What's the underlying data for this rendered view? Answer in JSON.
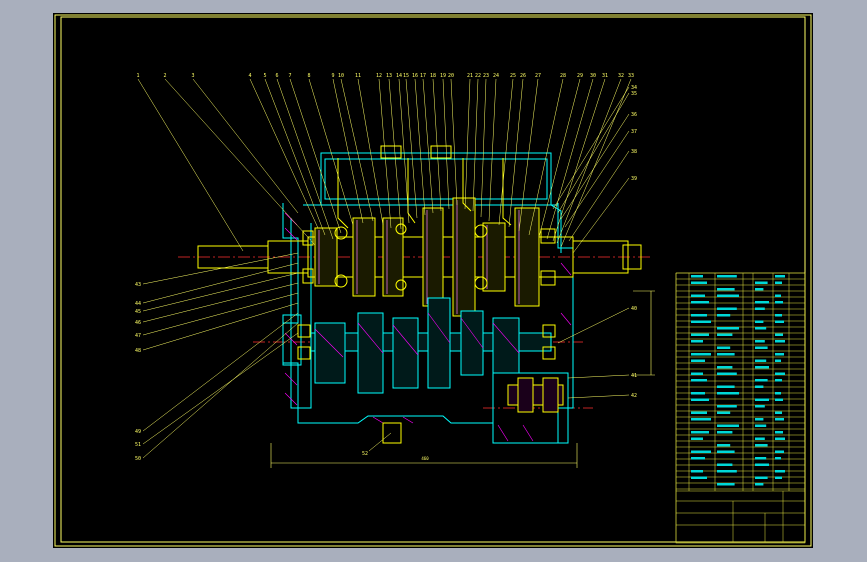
{
  "colors": {
    "background": "#a9afbd",
    "sheet": "#000000",
    "frame": "#ffff66",
    "leader": "#ffff66",
    "part": "#ffff00",
    "section": "#00ffff",
    "hatch": "#ff00ff",
    "centerline": "#ff3030",
    "gear_face": "#ff80ff",
    "table_line": "#e8e840",
    "table_text": "#00d8d8"
  },
  "top_labels": [
    "1",
    "2",
    "3",
    "4",
    "5",
    "6",
    "7",
    "8",
    "9",
    "10",
    "11",
    "12",
    "13",
    "14",
    "15",
    "16",
    "17",
    "18",
    "19",
    "20",
    "21",
    "22",
    "23",
    "24",
    "25",
    "26",
    "27",
    "28",
    "29",
    "30",
    "31",
    "32",
    "33"
  ],
  "right_labels": [
    "34",
    "35",
    "36",
    "37",
    "38",
    "39",
    "40",
    "41",
    "42"
  ],
  "left_labels": [
    "43",
    "44",
    "45",
    "46",
    "47",
    "48",
    "49",
    "50",
    "51"
  ],
  "bottom_labels": [
    "52"
  ],
  "dimension_label": "460"
}
